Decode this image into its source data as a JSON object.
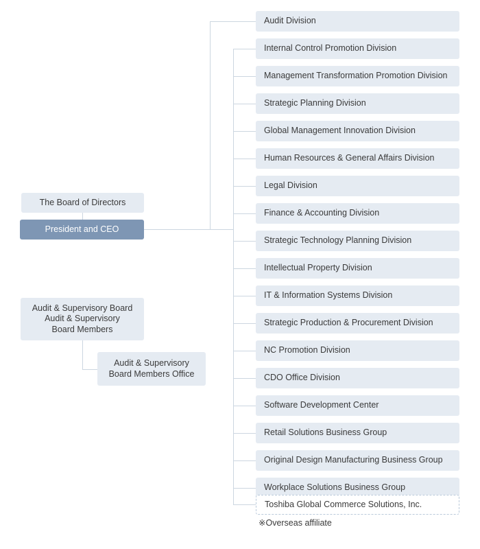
{
  "chart": {
    "title": "Organization Chart",
    "colors": {
      "box_background": "#E5EBF2",
      "primary_box_background": "#7E96B4",
      "primary_box_text": "#FFFFFF",
      "text": "#3A3A3A",
      "connector_line": "#CCD6E0",
      "dashed_border": "#B9C9DA",
      "page_background": "#FFFFFF"
    }
  },
  "governance": {
    "board_of_directors": "The Board of Directors",
    "president_and_ceo": "President and CEO",
    "audit_supervisory_board": "Audit & Supervisory Board\nAudit & Supervisory\nBoard Members",
    "audit_supervisory_board_office": "Audit & Supervisory\nBoard Members Office"
  },
  "divisions": [
    {
      "label": "Audit Division",
      "style": "solid"
    },
    {
      "label": "Internal Control Promotion Division",
      "style": "solid"
    },
    {
      "label": "Management Transformation Promotion Division",
      "style": "solid"
    },
    {
      "label": "Strategic Planning Division",
      "style": "solid"
    },
    {
      "label": "Global Management Innovation Division",
      "style": "solid"
    },
    {
      "label": "Human Resources & General Affairs Division",
      "style": "solid"
    },
    {
      "label": "Legal Division",
      "style": "solid"
    },
    {
      "label": "Finance & Accounting Division",
      "style": "solid"
    },
    {
      "label": "Strategic Technology Planning Division",
      "style": "solid"
    },
    {
      "label": "Intellectual Property Division",
      "style": "solid"
    },
    {
      "label": "IT & Information Systems Division",
      "style": "solid"
    },
    {
      "label": "Strategic Production & Procurement Division",
      "style": "solid"
    },
    {
      "label": "NC Promotion Division",
      "style": "solid"
    },
    {
      "label": "CDO Office Division",
      "style": "solid"
    },
    {
      "label": "Software Development Center",
      "style": "solid"
    },
    {
      "label": "Retail Solutions Business Group",
      "style": "solid"
    },
    {
      "label": "Original Design Manufacturing Business Group",
      "style": "solid"
    },
    {
      "label": "Workplace Solutions Business Group",
      "style": "solid"
    },
    {
      "label": "Toshiba Global Commerce Solutions, Inc.",
      "style": "dashed"
    }
  ],
  "footnote": "※Overseas affiliate"
}
